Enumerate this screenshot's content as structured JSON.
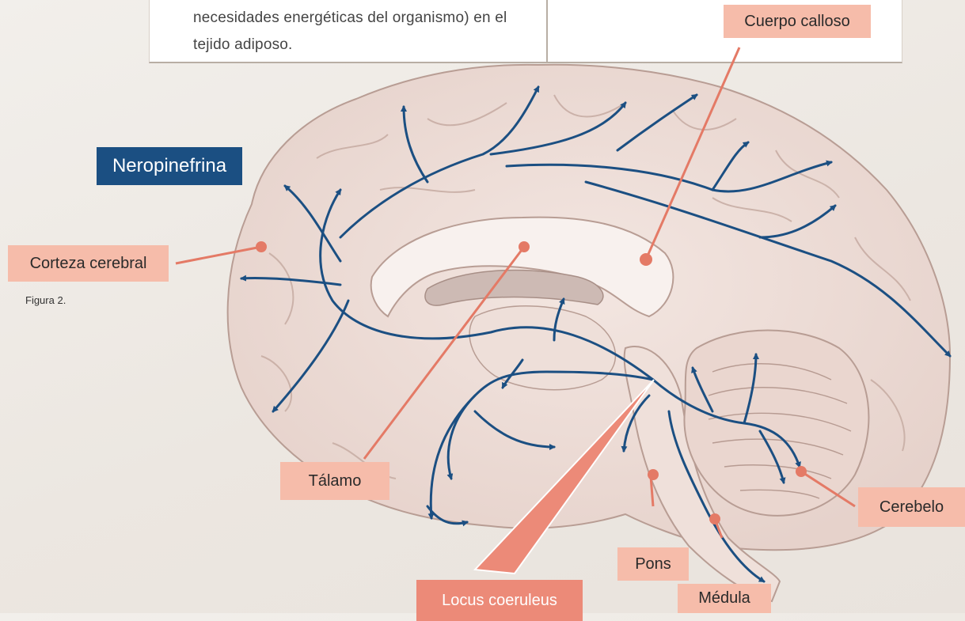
{
  "intro_text": {
    "line1": "necesidades energéticas del organismo) en el",
    "line2": "tejido adiposo."
  },
  "title": "Neropinefrina",
  "caption": "Figura 2.",
  "labels": {
    "cuerpo_calloso": "Cuerpo calloso",
    "corteza_cerebral": "Corteza cerebral",
    "talamo": "Tálamo",
    "locus_coeruleus": "Locus coeruleus",
    "pons": "Pons",
    "medula": "Médula",
    "cerebelo": "Cerebelo"
  },
  "colors": {
    "label_fill": "#f6bcaa",
    "label_emphasis": "#ec8a78",
    "pathway": "#1b4f82",
    "leader_line": "#e47a66",
    "brain_tissue": "#eddcd6"
  }
}
